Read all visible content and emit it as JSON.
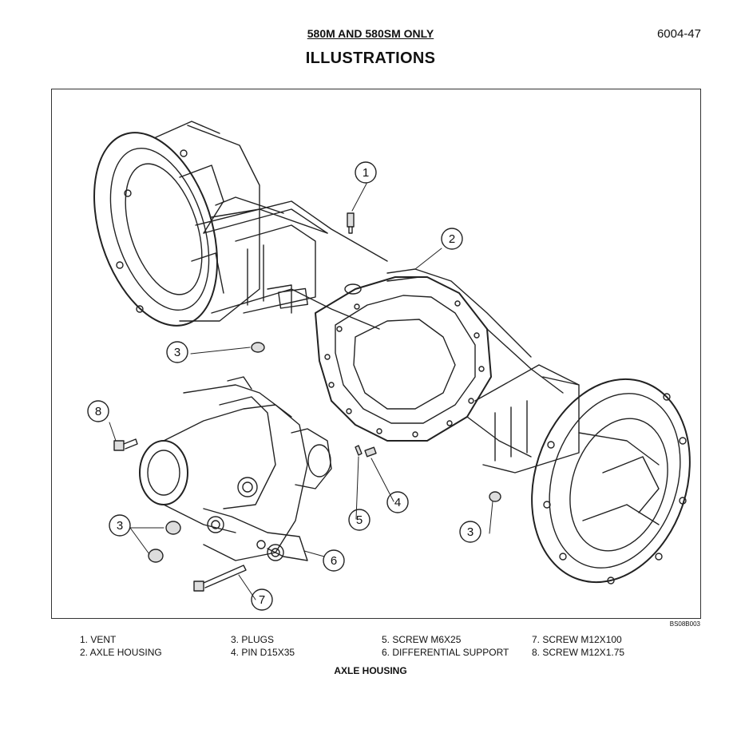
{
  "header": {
    "subtitle": "580M AND 580SM ONLY",
    "page_number": "6004-47",
    "title": "ILLUSTRATIONS"
  },
  "figure": {
    "code": "BS08B003",
    "callouts": [
      "1",
      "2",
      "3",
      "3",
      "3",
      "4",
      "5",
      "6",
      "7",
      "8"
    ],
    "caption": "AXLE HOUSING"
  },
  "legend": {
    "col1": [
      "1.  VENT",
      "2.  AXLE HOUSING"
    ],
    "col2": [
      "3.  PLUGS",
      "4.  PIN D15X35"
    ],
    "col3": [
      "5.  SCREW M6X25",
      "6.  DIFFERENTIAL SUPPORT"
    ],
    "col4": [
      "7.  SCREW M12X100",
      "8.  SCREW M12X1.75"
    ]
  }
}
